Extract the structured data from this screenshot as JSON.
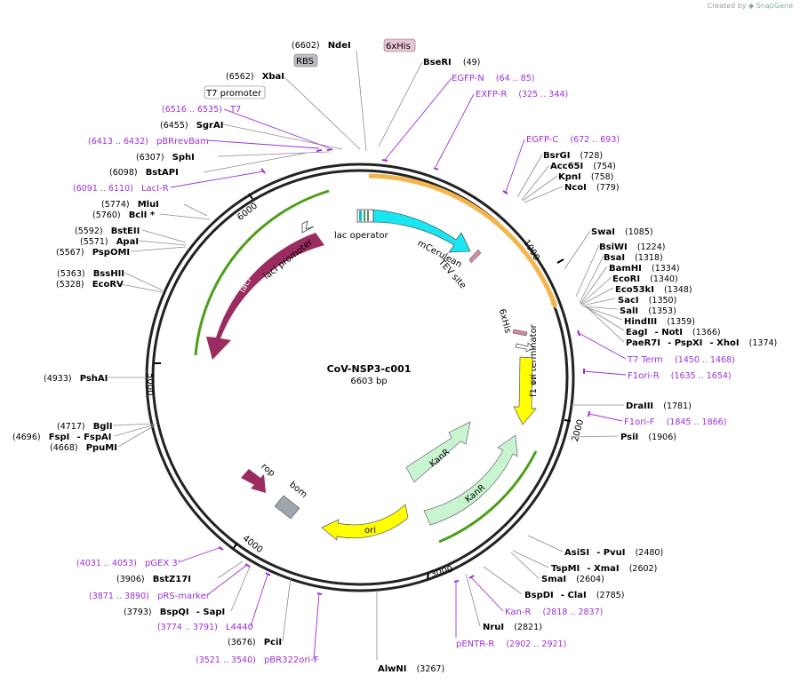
{
  "app": {
    "credit_prefix": "Created by",
    "credit_brand": "SnapGene"
  },
  "plasmid": {
    "name": "CoV-NSP3-c001",
    "size": "6603 bp",
    "length": 6603
  },
  "ticks": [
    "1000",
    "2000",
    "3000",
    "4000",
    "5000",
    "6000"
  ],
  "enzymes": [
    {
      "name": "NdeI",
      "pos": "(6602)"
    },
    {
      "name": "BseRI",
      "pos": "(49)"
    },
    {
      "name": "XbaI",
      "pos": "(6562)"
    },
    {
      "name": "SgrAI",
      "pos": "(6455)"
    },
    {
      "name": "SphI",
      "pos": "(6307)"
    },
    {
      "name": "BstAPI",
      "pos": "(6098)"
    },
    {
      "name": "MluI",
      "pos": "(5774)"
    },
    {
      "name": "BclI *",
      "pos": "(5760)"
    },
    {
      "name": "BstEII",
      "pos": "(5592)"
    },
    {
      "name": "ApaI",
      "pos": "(5571)"
    },
    {
      "name": "PspOMI",
      "pos": "(5567)"
    },
    {
      "name": "BssHII",
      "pos": "(5363)"
    },
    {
      "name": "EcoRV",
      "pos": "(5328)"
    },
    {
      "name": "PshAI",
      "pos": "(4933)"
    },
    {
      "name": "BglI",
      "pos": "(4717)"
    },
    {
      "name": "FspI",
      "pos": "(4696)",
      "extra": "- FspAI"
    },
    {
      "name": "PpuMI",
      "pos": "(4668)"
    },
    {
      "name": "BstZ17I",
      "pos": "(3906)"
    },
    {
      "name": "BspQI",
      "pos": "(3793)",
      "extra": "- SapI"
    },
    {
      "name": "PciI",
      "pos": "(3676)"
    },
    {
      "name": "AlwNI",
      "pos": "(3267)"
    },
    {
      "name": "NruI",
      "pos": "(2821)"
    },
    {
      "name": "BspDI",
      "pos": "(2785)",
      "extra": "- ClaI"
    },
    {
      "name": "SmaI",
      "pos": "(2604)"
    },
    {
      "name": "TspMI",
      "pos": "(2602)",
      "extra": "- XmaI"
    },
    {
      "name": "AsiSI",
      "pos": "(2480)",
      "extra": "- PvuI"
    },
    {
      "name": "PsiI",
      "pos": "(1906)"
    },
    {
      "name": "DraIII",
      "pos": "(1781)"
    },
    {
      "name": "PaeR7I",
      "pos": "(1374)",
      "extra": "- PspXI",
      "extra2": "- XhoI"
    },
    {
      "name": "EagI",
      "pos": "(1366)",
      "extra": "- NotI"
    },
    {
      "name": "HindIII",
      "pos": "(1359)"
    },
    {
      "name": "SalI",
      "pos": "(1353)"
    },
    {
      "name": "SacI",
      "pos": "(1350)"
    },
    {
      "name": "Eco53kI",
      "pos": "(1348)"
    },
    {
      "name": "EcoRI",
      "pos": "(1340)"
    },
    {
      "name": "BamHI",
      "pos": "(1334)"
    },
    {
      "name": "BsaI",
      "pos": "(1318)"
    },
    {
      "name": "BsiWI",
      "pos": "(1224)"
    },
    {
      "name": "SwaI",
      "pos": "(1085)"
    },
    {
      "name": "NcoI",
      "pos": "(779)"
    },
    {
      "name": "KpnI",
      "pos": "(758)"
    },
    {
      "name": "Acc65I",
      "pos": "(754)"
    },
    {
      "name": "BsrGI",
      "pos": "(728)"
    }
  ],
  "primers": [
    {
      "name": "EGFP-N",
      "pos": "(64 .. 85)"
    },
    {
      "name": "EXFP-R",
      "pos": "(325 .. 344)"
    },
    {
      "name": "EGFP-C",
      "pos": "(672 .. 693)"
    },
    {
      "name": "T7",
      "pos": "(6516 .. 6535)"
    },
    {
      "name": "pBRrevBam",
      "pos": "(6413 .. 6432)"
    },
    {
      "name": "LacI-R",
      "pos": "(6091 .. 6110)"
    },
    {
      "name": "T7 Term",
      "pos": "(1450 .. 1468)"
    },
    {
      "name": "F1ori-R",
      "pos": "(1635 .. 1654)"
    },
    {
      "name": "F1ori-F",
      "pos": "(1845 .. 1866)"
    },
    {
      "name": "Kan-R",
      "pos": "(2818 .. 2837)"
    },
    {
      "name": "pENTR-R",
      "pos": "(2902 .. 2921)"
    },
    {
      "name": "pGEX 3'",
      "pos": "(4031 .. 4053)"
    },
    {
      "name": "pRS-marker",
      "pos": "(3871 .. 3890)"
    },
    {
      "name": "L4440",
      "pos": "(3774 .. 3791)"
    },
    {
      "name": "pBR322ori-F",
      "pos": "(3521 .. 3540)"
    }
  ],
  "boxed_labels": [
    {
      "name": "RBS",
      "color": "#b9bcc0"
    },
    {
      "name": "6xHis",
      "color": "#e8c6d6"
    },
    {
      "name": "T7 promoter",
      "color": "#ffffff"
    }
  ],
  "features": [
    {
      "name": "lacI",
      "color": "#9b2c5f"
    },
    {
      "name": "lacI promoter",
      "color": "#ffffff"
    },
    {
      "name": "lac operator",
      "color": "#ffffff"
    },
    {
      "name": "mCerulean",
      "color": "#19e6f0"
    },
    {
      "name": "TEV site",
      "color": "#d4899e"
    },
    {
      "name": "6xHis",
      "color": "#d4899e"
    },
    {
      "name": "T7 terminator",
      "color": "#ffffff"
    },
    {
      "name": "f1 ori",
      "color": "#ffff00"
    },
    {
      "name": "KanR",
      "color": "#c8f5cf"
    },
    {
      "name": "KanR",
      "color": "#c8f5cf"
    },
    {
      "name": "ori",
      "color": "#ffff00"
    },
    {
      "name": "rop",
      "color": "#9b2c5f"
    },
    {
      "name": "bom",
      "color": "#9ea6ad"
    }
  ],
  "colors": {
    "backbone": "#222222",
    "primer": "#9b30d9",
    "orf_highlight": "#f4b64c",
    "green_arc": "#4c9e1a"
  }
}
